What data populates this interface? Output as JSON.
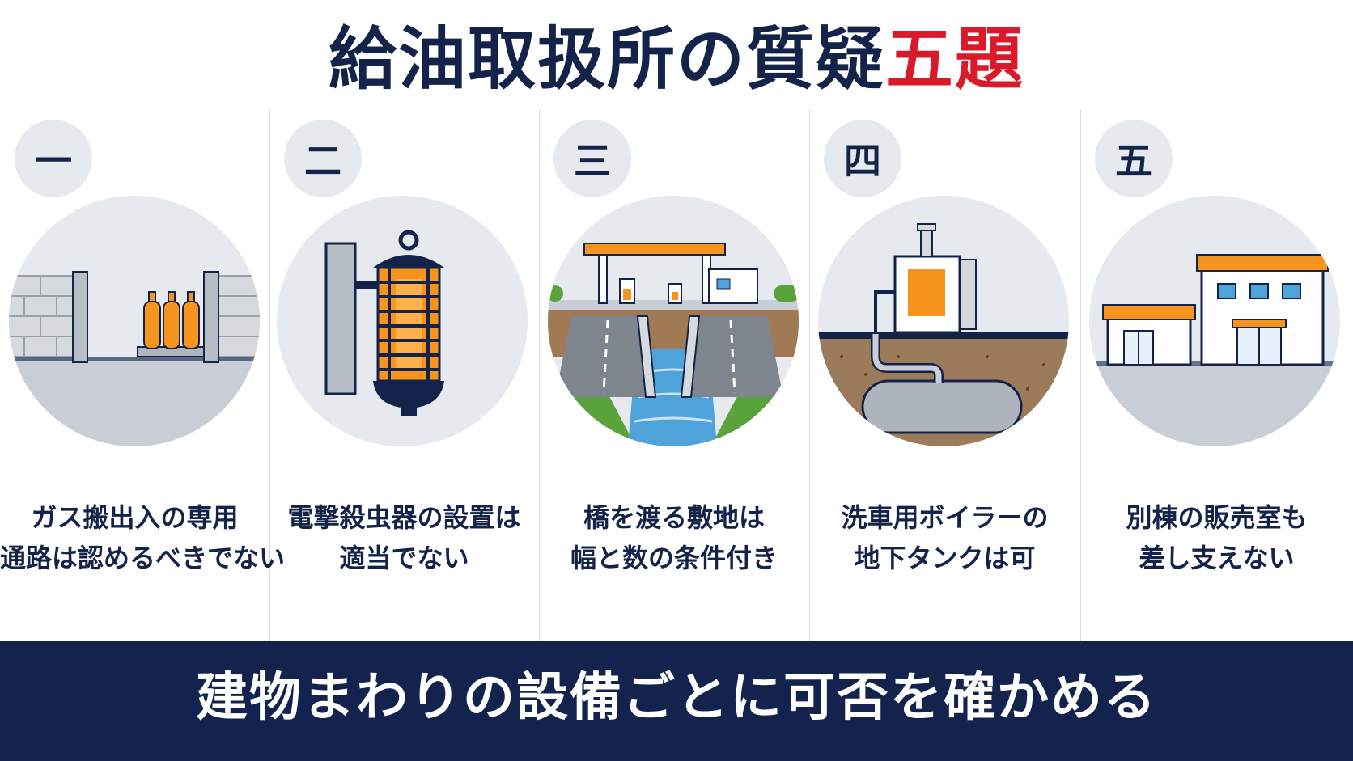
{
  "title": {
    "main": "給油取扱所の質疑",
    "accent": "五題"
  },
  "items": [
    {
      "number": "一",
      "line1": "ガス搬出入の専用",
      "line2": "通路は認めるべきでない"
    },
    {
      "number": "二",
      "line1": "電撃殺虫器の設置は",
      "line2": "適当でない"
    },
    {
      "number": "三",
      "line1": "橋を渡る敷地は",
      "line2": "幅と数の条件付き"
    },
    {
      "number": "四",
      "line1": "洗車用ボイラーの",
      "line2": "地下タンクは可"
    },
    {
      "number": "五",
      "line1": "別棟の販売室も",
      "line2": "差し支えない"
    }
  ],
  "footer": "建物まわりの設備ごとに可否を確かめる",
  "colors": {
    "navy": "#13234d",
    "accent_red": "#d91a2a",
    "orange": "#f7941d",
    "circle_bg": "#e6e9ee"
  }
}
